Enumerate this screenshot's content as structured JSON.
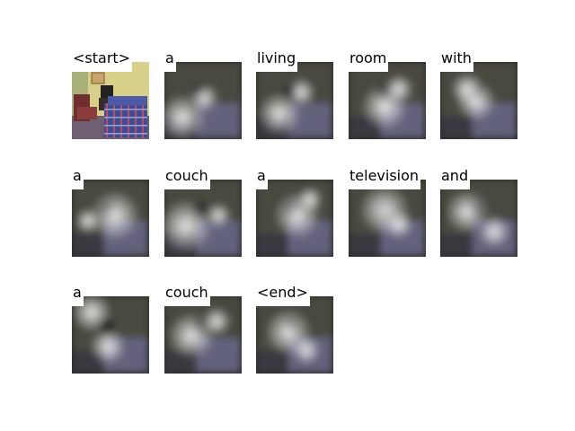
{
  "title": "",
  "words": [
    {
      "word": "<start>",
      "kind": "original"
    },
    {
      "word": "a",
      "kind": "attention"
    },
    {
      "word": "living",
      "kind": "attention"
    },
    {
      "word": "room",
      "kind": "attention"
    },
    {
      "word": "with",
      "kind": "attention"
    },
    {
      "word": "a",
      "kind": "attention"
    },
    {
      "word": "couch",
      "kind": "attention"
    },
    {
      "word": "a",
      "kind": "attention"
    },
    {
      "word": "television",
      "kind": "attention"
    },
    {
      "word": "and",
      "kind": "attention"
    },
    {
      "word": "a",
      "kind": "attention"
    },
    {
      "word": "couch",
      "kind": "attention"
    },
    {
      "word": "<end>",
      "kind": "attention"
    }
  ],
  "colors": {
    "background": "#ffffff",
    "wall": "#d8cf88",
    "floor": "#6f5f72",
    "couch": "#3b4c98",
    "couch_stripe": "#c24a5a",
    "chair": "#6f2d2d",
    "tv": "#222222",
    "attention_dark": "#2a2a2a",
    "attention_light": "#eeeeee"
  }
}
